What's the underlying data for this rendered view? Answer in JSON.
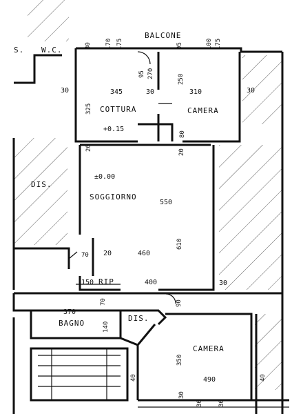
{
  "rooms": {
    "balcone": "BALCONE",
    "cottura": "COTTURA",
    "camera_top": "CAMERA",
    "soggiorno": "SOGGIORNO",
    "bagno": "BAGNO",
    "camera_bottom": "CAMERA",
    "wc": "W.C.",
    "s": "S.",
    "dis_left": "DIS.",
    "dis_bottom": "DIS.",
    "rip": "RIP"
  },
  "dimensions": {
    "d30_top": "30",
    "d170": "170",
    "d175": "175",
    "d95_top": "95",
    "d100": "100",
    "d175b": "175",
    "d95": "95",
    "d270": "270",
    "d250": "250",
    "d345": "345",
    "d30_mid": "30",
    "d310": "310",
    "d30_right": "30",
    "d325": "325",
    "d0_15": "+0.15",
    "d80": "80",
    "d20_a": "20",
    "d20_b": "20",
    "d0_00": "±0.00",
    "d550": "550",
    "d610": "610",
    "d70": "70",
    "d20_c": "20",
    "d460": "460",
    "d150": "150",
    "d400": "400",
    "d30_low": "30",
    "d370": "370",
    "d70_b": "70",
    "d90": "90",
    "d140": "140",
    "d350": "350",
    "d490": "490",
    "d40_a": "40",
    "d40_b": "40",
    "d30_bot_a": "30",
    "d30_bot_b": "30",
    "d30_bot_c": "30",
    "d30_left": "30"
  }
}
